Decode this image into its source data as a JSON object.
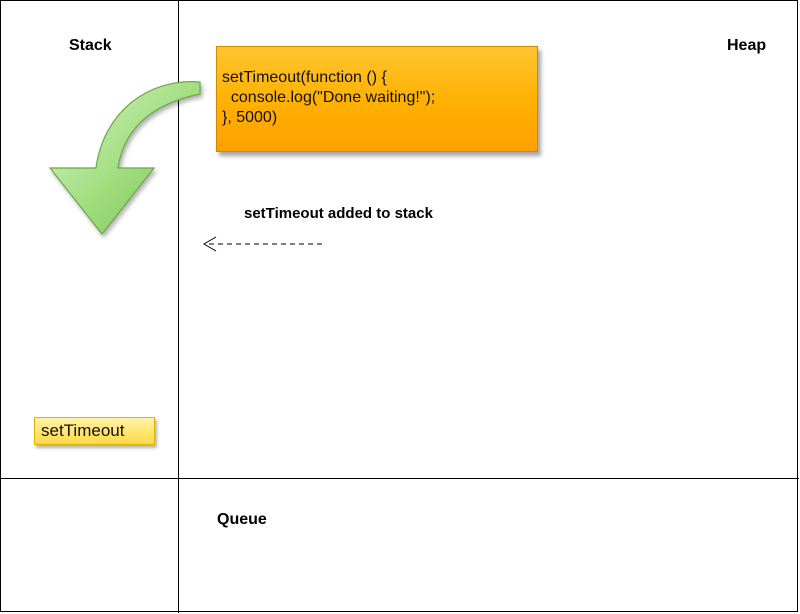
{
  "columns": {
    "stack_title": "Stack",
    "heap_title": "Heap",
    "queue_title": "Queue"
  },
  "heap": {
    "code_lines": [
      "setTimeout(function () {",
      "  console.log(\"Done waiting!\");",
      "}, 5000)"
    ]
  },
  "annotation": {
    "text": "setTimeout added to stack"
  },
  "stack": {
    "items": [
      "setTimeout"
    ]
  },
  "colors": {
    "arrow_green": "#8fd16a",
    "code_box_orange": "#ffb000",
    "stack_item_yellow": "#ffe36a"
  }
}
